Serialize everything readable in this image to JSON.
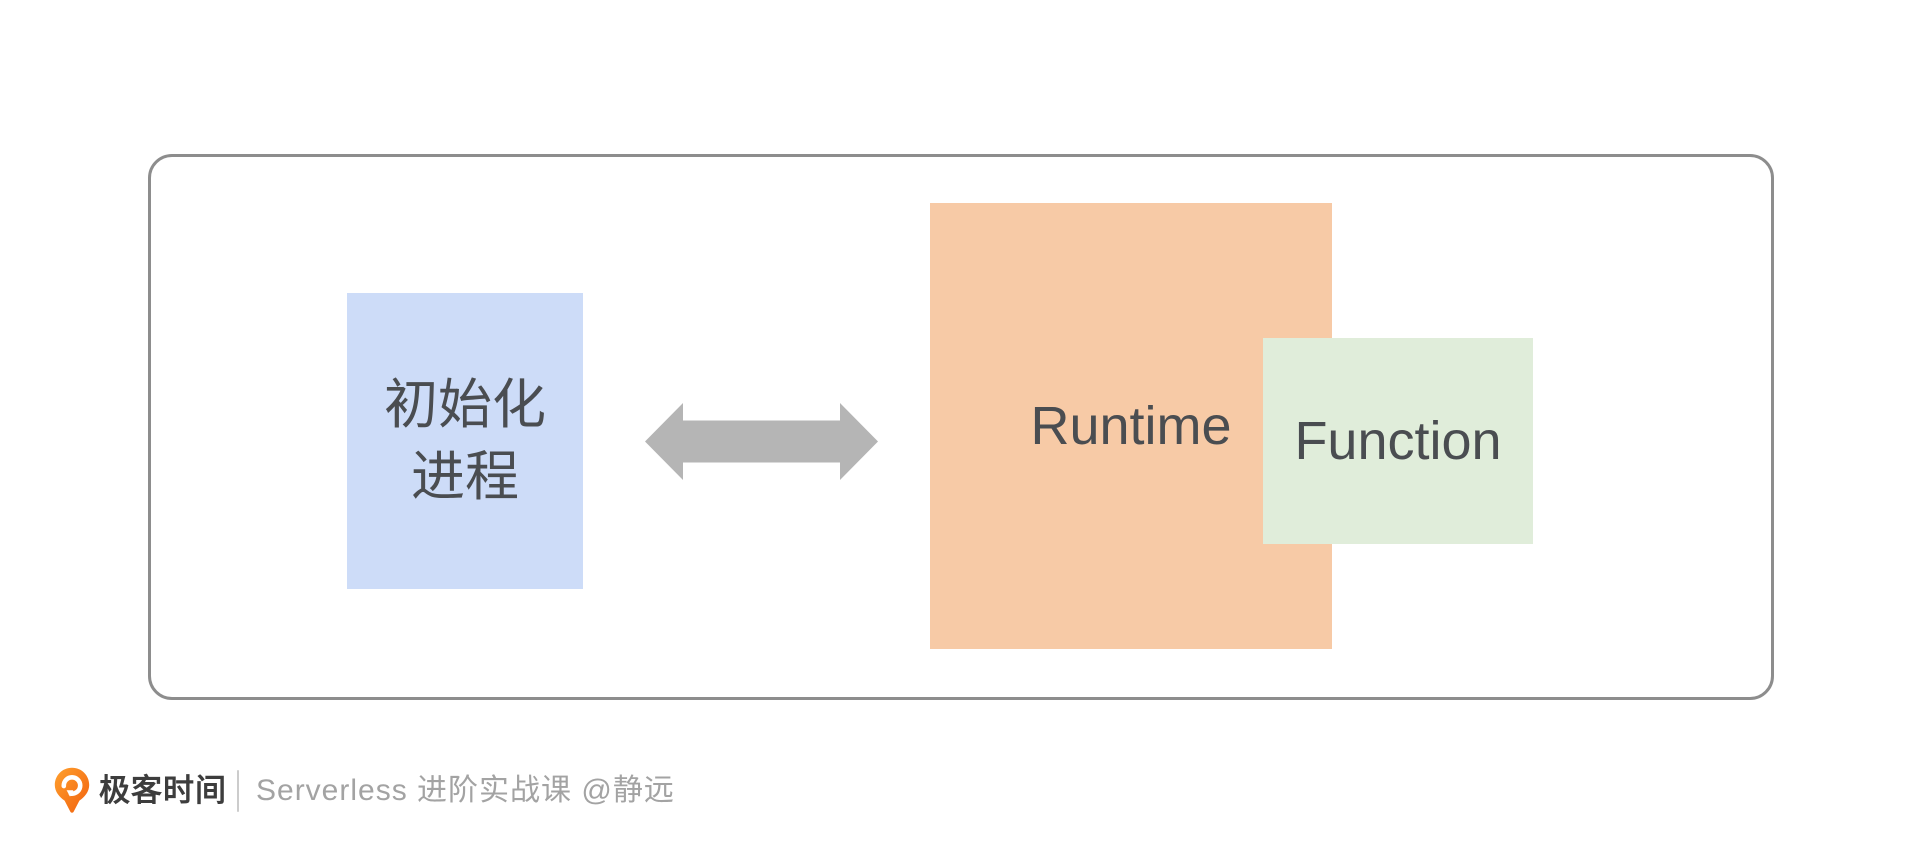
{
  "theme": {
    "background": "#ffffff",
    "container_border": "#8d8d8d",
    "init_box_fill": "#cddcf8",
    "runtime_box_fill": "#f7caa6",
    "function_box_fill": "#e0edda",
    "arrow_fill": "#b5b5b5",
    "box_text_color": "#4a4d51",
    "brand_text_color": "#3d3d3d",
    "caption_text_color": "#a3a3a3",
    "divider_color": "#cccccc",
    "logo_orange_start": "#ffa02e",
    "logo_orange_end": "#f1600d"
  },
  "diagram": {
    "nodes": {
      "init_process": {
        "label_line1": "初始化",
        "label_line2": "进程"
      },
      "runtime": {
        "label": "Runtime"
      },
      "function": {
        "label": "Function"
      }
    },
    "arrow": {
      "type": "double-headed-horizontal"
    }
  },
  "footer": {
    "brand": "极客时间",
    "caption": "Serverless 进阶实战课 @静远"
  }
}
